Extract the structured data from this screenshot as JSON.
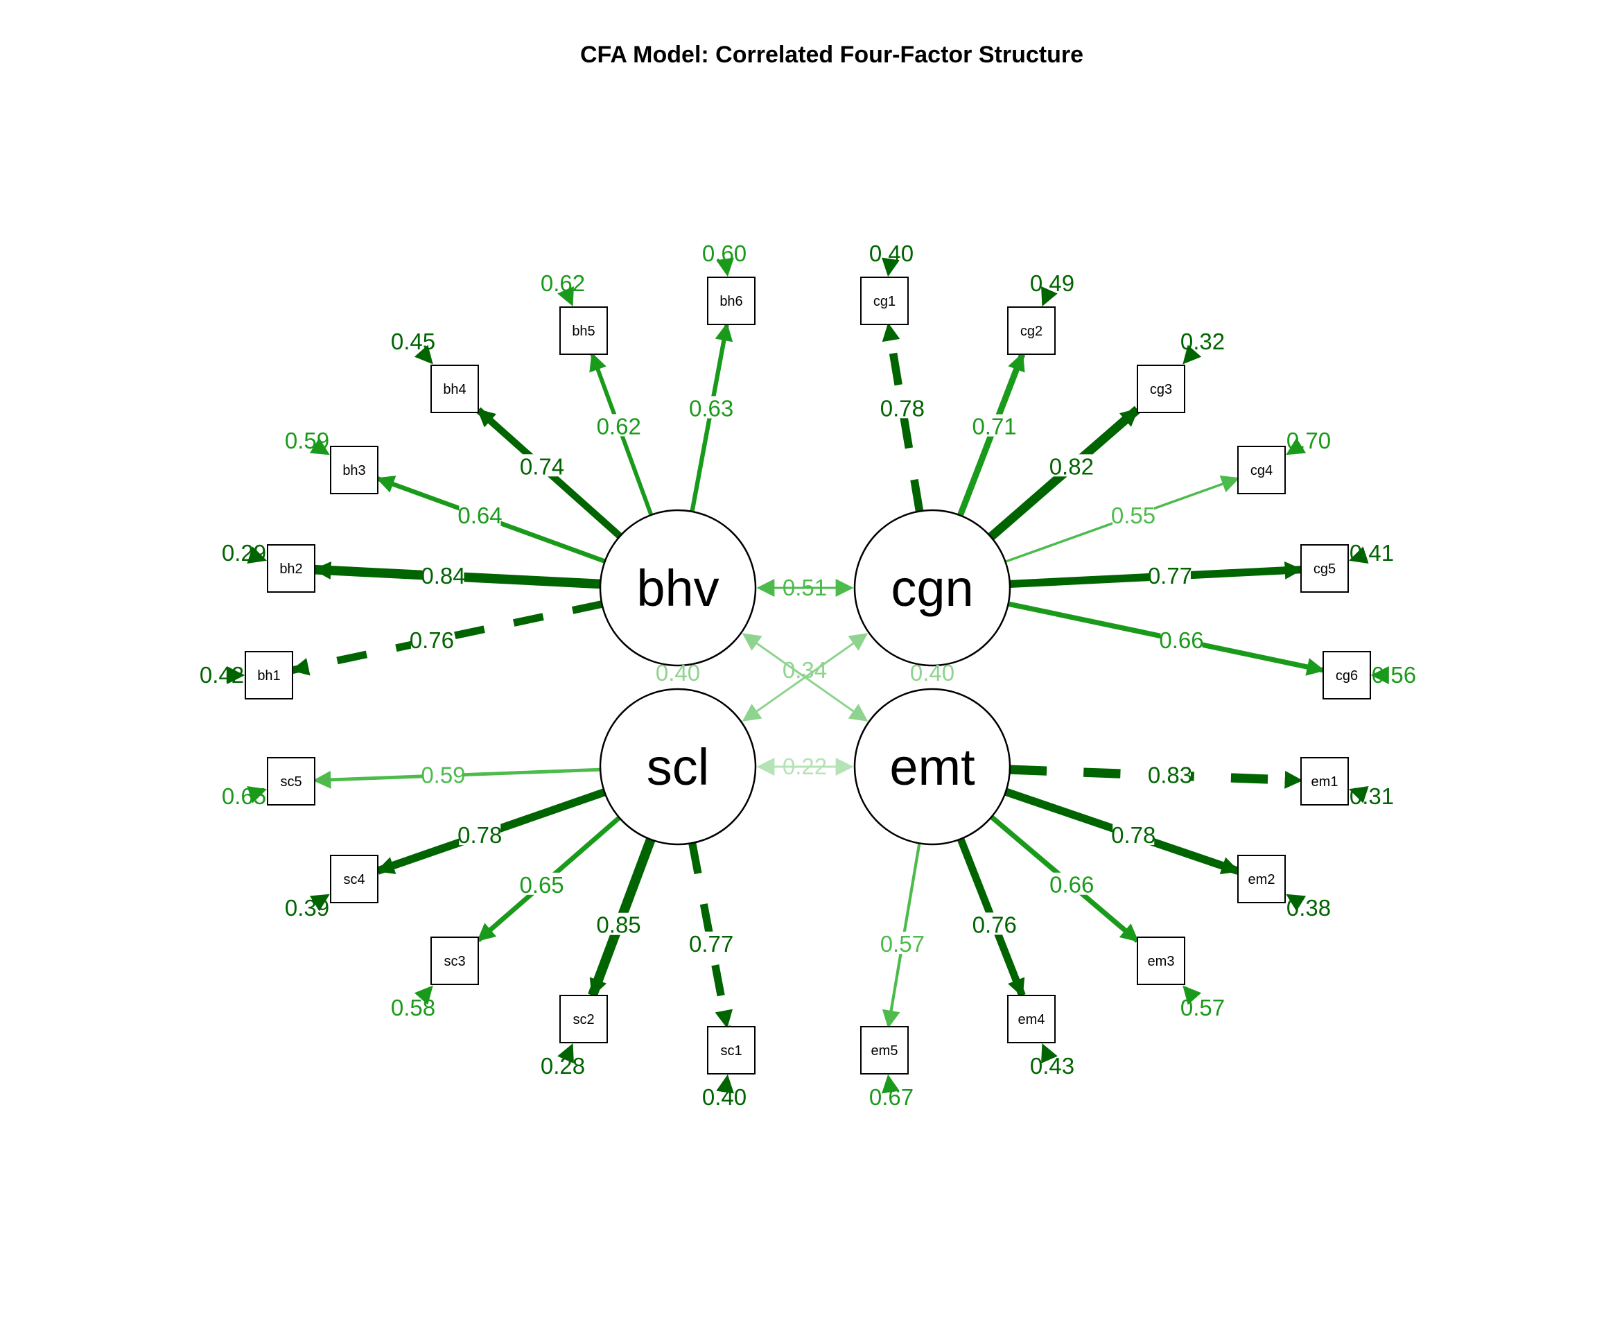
{
  "title": "CFA Model: Correlated Four-Factor Structure",
  "colors": {
    "background": "#ffffff",
    "node_stroke": "#000000",
    "strong": "#006400",
    "medium": "#1a9a1a",
    "light": "#4cbb4c",
    "pale": "#8ed38e",
    "faint": "#b5e3b5"
  },
  "factors": [
    {
      "id": "bhv",
      "label": "bhv",
      "variance": "0.40",
      "indicators": [
        {
          "id": "bh1",
          "label": "bh1",
          "loading": "0.76",
          "residual": "0.42",
          "style": "dashed"
        },
        {
          "id": "bh2",
          "label": "bh2",
          "loading": "0.84",
          "residual": "0.29",
          "style": "solid"
        },
        {
          "id": "bh3",
          "label": "bh3",
          "loading": "0.64",
          "residual": "0.59",
          "style": "solid"
        },
        {
          "id": "bh4",
          "label": "bh4",
          "loading": "0.74",
          "residual": "0.45",
          "style": "solid"
        },
        {
          "id": "bh5",
          "label": "bh5",
          "loading": "0.62",
          "residual": "0.62",
          "style": "solid"
        },
        {
          "id": "bh6",
          "label": "bh6",
          "loading": "0.63",
          "residual": "0.60",
          "style": "solid"
        }
      ]
    },
    {
      "id": "cgn",
      "label": "cgn",
      "variance": "0.40",
      "indicators": [
        {
          "id": "cg1",
          "label": "cg1",
          "loading": "0.78",
          "residual": "0.40",
          "style": "dashed"
        },
        {
          "id": "cg2",
          "label": "cg2",
          "loading": "0.71",
          "residual": "0.49",
          "style": "solid"
        },
        {
          "id": "cg3",
          "label": "cg3",
          "loading": "0.82",
          "residual": "0.32",
          "style": "solid"
        },
        {
          "id": "cg4",
          "label": "cg4",
          "loading": "0.55",
          "residual": "0.70",
          "style": "solid"
        },
        {
          "id": "cg5",
          "label": "cg5",
          "loading": "0.77",
          "residual": "0.41",
          "style": "solid"
        },
        {
          "id": "cg6",
          "label": "cg6",
          "loading": "0.66",
          "residual": "0.56",
          "style": "solid"
        }
      ]
    },
    {
      "id": "scl",
      "label": "scl",
      "variance": "",
      "indicators": [
        {
          "id": "sc1",
          "label": "sc1",
          "loading": "0.77",
          "residual": "0.40",
          "style": "dashed"
        },
        {
          "id": "sc2",
          "label": "sc2",
          "loading": "0.85",
          "residual": "0.28",
          "style": "solid"
        },
        {
          "id": "sc3",
          "label": "sc3",
          "loading": "0.65",
          "residual": "0.58",
          "style": "solid"
        },
        {
          "id": "sc4",
          "label": "sc4",
          "loading": "0.78",
          "residual": "0.39",
          "style": "solid"
        },
        {
          "id": "sc5",
          "label": "sc5",
          "loading": "0.59",
          "residual": "0.65",
          "style": "solid"
        }
      ]
    },
    {
      "id": "emt",
      "label": "emt",
      "variance": "",
      "indicators": [
        {
          "id": "em1",
          "label": "em1",
          "loading": "0.83",
          "residual": "0.31",
          "style": "dashed"
        },
        {
          "id": "em2",
          "label": "em2",
          "loading": "0.78",
          "residual": "0.38",
          "style": "solid"
        },
        {
          "id": "em3",
          "label": "em3",
          "loading": "0.66",
          "residual": "0.57",
          "style": "solid"
        },
        {
          "id": "em4",
          "label": "em4",
          "loading": "0.76",
          "residual": "0.43",
          "style": "solid"
        },
        {
          "id": "em5",
          "label": "em5",
          "loading": "0.57",
          "residual": "0.67",
          "style": "solid"
        }
      ]
    }
  ],
  "covariances": [
    {
      "from": "bhv",
      "to": "cgn",
      "value": "0.51"
    },
    {
      "from": "bhv",
      "to": "emt",
      "value": "0.34"
    },
    {
      "from": "cgn",
      "to": "scl",
      "value": ""
    },
    {
      "from": "scl",
      "to": "emt",
      "value": "0.22"
    }
  ]
}
